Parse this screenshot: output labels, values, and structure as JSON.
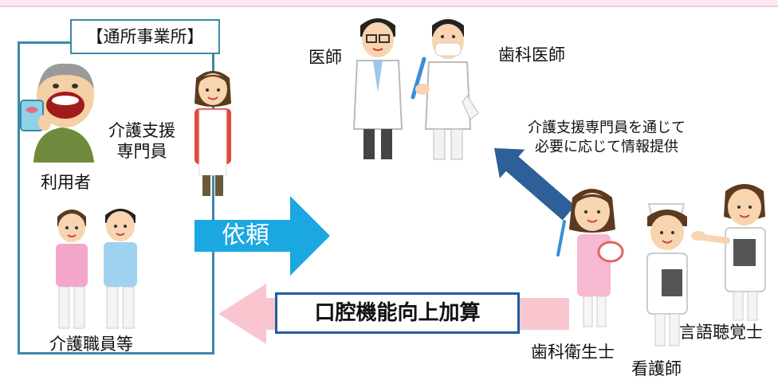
{
  "facility": {
    "title": "【通所事業所】"
  },
  "labels": {
    "user": "利用者",
    "care_manager_line1": "介護支援",
    "care_manager_line2": "専門員",
    "care_staff": "介護職員等",
    "doctor": "医師",
    "dentist": "歯科医師",
    "hygienist": "歯科衛生士",
    "nurse": "看護師",
    "speech_therapist": "言語聴覚士"
  },
  "info_note": {
    "line1": "介護支援専門員を通じて",
    "line2": "必要に応じて情報提供"
  },
  "arrows": {
    "request": "依頼",
    "bonus": "口腔機能向上加算"
  },
  "colors": {
    "frame": "#3b89a8",
    "request_arrow": "#1ba7e0",
    "bonus_arrow": "#f9c6cf",
    "info_arrow": "#2f5f98",
    "bonus_border": "#1f5ea0",
    "top_band": "#fde8f4"
  },
  "icons": {
    "user": "elderly-person-with-cup-icon",
    "care_manager": "care-worker-with-apron-icon",
    "staff_pink": "care-staff-pink-icon",
    "staff_blue": "care-staff-blue-icon",
    "doctor": "doctor-icon",
    "dentist": "dentist-with-toothbrush-icon",
    "hygienist": "dental-hygienist-icon",
    "nurse": "nurse-with-clipboard-icon",
    "speech_therapist": "speech-therapist-icon"
  }
}
